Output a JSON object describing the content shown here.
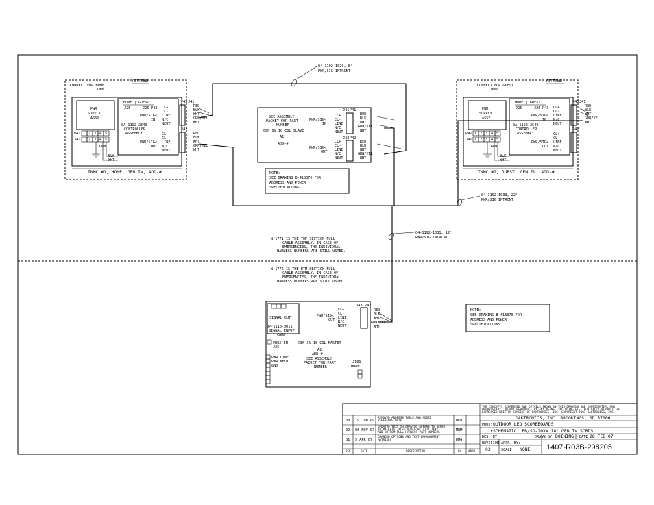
{
  "home": {
    "connect": "CONNECT FOR HOME",
    "tnmc": "TNMC",
    "optional": "OPTIONAL",
    "psu": [
      "PWR",
      "SUPPLY",
      "ASSY."
    ],
    "home_guest": "HOME | GUEST",
    "j25": "J25",
    "j26": "J26",
    "ctrl": [
      "0A-1192-2549",
      "CONTROLLER",
      "ASSEMBLY"
    ],
    "pwrsig_in": [
      "CL+",
      "CL-",
      "PWR/SIG<",
      "LINE",
      "IN",
      "N/C",
      "NEUT"
    ],
    "pwrsig_out": [
      "CL+",
      "CL-",
      "PWR/SIG<",
      "LINE",
      "OUT",
      "N/C",
      "NEUT"
    ],
    "p41": "P41",
    "j41": "J41",
    "j42": "J42",
    "p43": "P43",
    "pins": [
      "1",
      "2",
      "3",
      "4",
      "5"
    ],
    "wires": [
      "RED",
      "BLK",
      "WHT",
      "GRN/YEL",
      "WHT"
    ],
    "grn": "GRN",
    "blk": "BLK",
    "wht": "WHT",
    "caption": "TNMC #1, HOME, GEN IV, ADD-#"
  },
  "guest": {
    "connect": "CONNECT FOR GUEST",
    "tnmc": "TNMC",
    "optional": "OPTIONAL",
    "psu": [
      "PWR",
      "SUPPLY",
      "ASSY."
    ],
    "home_guest": "HOME | GUEST",
    "j25": "J25",
    "j26": "J26",
    "ctrl": [
      "0A-1192-2549",
      "CONTROLLER",
      "ASSEMBLY"
    ],
    "pwrsig_in": [
      "CL+",
      "CL-",
      "PWR/SIG<",
      "LINE",
      "IN",
      "N/C",
      "NEUT"
    ],
    "pwrsig_out": [
      "CL+",
      "CL-",
      "PWR/SIG<",
      "LINE",
      "OUT",
      "N/C",
      "NEUT"
    ],
    "p41": "P41",
    "j41": "J41",
    "j42": "J42",
    "p43": "P43",
    "pins": [
      "1",
      "2",
      "3",
      "4",
      "5"
    ],
    "wires": [
      "RED",
      "BLK",
      "WHT",
      "GRN/YEL",
      "WHT"
    ],
    "grn": "GRN",
    "blk": "BLK",
    "wht": "WHT",
    "caption": "TNMC #2, GUEST, GEN IV, ADD-#"
  },
  "slave": {
    "see": [
      "SEE ASSEMBLY",
      "PACKET FOR PART",
      "NUMBER"
    ],
    "title": "GEN IV 16 COL SLAVE",
    "a1": "A1",
    "add": "ADD-#",
    "in": [
      "CL+",
      "CL-",
      "PWR/SIG<",
      "LINE",
      "IN",
      "N/C",
      "NEUT"
    ],
    "out": [
      "CL+",
      "CL-",
      "PWR/SIG<",
      "LINE",
      "OUT",
      "N/C",
      "NEUT"
    ],
    "j41": "J41",
    "j42": "J42",
    "p41": "P41",
    "p42": "P42",
    "wires": [
      "RED",
      "BLK",
      "WHT",
      "GRN/YEL",
      "WHT"
    ]
  },
  "master": {
    "signal": [
      "SIGNAL OUT"
    ],
    "card": [
      "0P-1110-0011",
      "SIGNAL INPUT",
      "CARD"
    ],
    "frex": "FREX IN",
    "j25": "J25",
    "title": "GEN IV 16 COL MASTER",
    "a2": "A2",
    "add": "ADD-#",
    "see": [
      "SEE ASSEMBLY",
      "PACKET FOR PART",
      "NUMBER"
    ],
    "pwr": [
      "PWR LINE",
      "PWR NEUT",
      "GND"
    ],
    "j101": "J101",
    "horn": "HORN",
    "out": [
      "CL+",
      "CL-",
      "PWR/SIG<",
      "LINE",
      "OUT",
      "N/C",
      "NEUT"
    ],
    "j43": "J43",
    "p42": "P42",
    "wires": [
      "RED",
      "BLK",
      "WHT",
      "GRN/YEL",
      "WHT"
    ]
  },
  "cables": {
    "c1": [
      "04-1192-1029, 8'",
      "PWR/SIG INTRCNT"
    ],
    "c2": [
      "04-1192-1033, 22'",
      "PWR/SIG INTRCNT"
    ],
    "c3": [
      "04-1192-1031, 12'",
      "PWR/SIG INTRCNT"
    ]
  },
  "notes": {
    "note1": [
      "NOTE:",
      "SEE DRAWING B-418370 FOR",
      "ADDRESS AND POWER",
      "SPECIFICATIONS."
    ],
    "note2": [
      "NOTE:",
      "SEE DRAWING B-418370 FOR",
      "ADDRESS AND POWER",
      "SPECIFICATIONS."
    ],
    "top": [
      "W-1771 IS THE TOP SECTION FULL",
      "CABLE ASSEMBLY.  IN CASE OF",
      "EMERGENCIES, THE INDIVIDUAL",
      "HARNESS NUMBERS ARE STILL USTED."
    ],
    "btm": [
      "W-1772 IS THE BTM SECTION FULL",
      "CABLE ASSEMBLY.  IN CASE OF",
      "EMERGENCIES, THE INDIVIDUAL",
      "HARNESS NUMBERS ARE STILL USTED."
    ]
  },
  "titleblock": {
    "confidential": [
      "THE CONCEPTS EXPRESSED AND DETAILS SHOWN ON THIS DRAWING ARE CONFIDENTIAL AND",
      "PROPRIETARY. DO NOT REPRODUCE BY ANY MEANS, INCLUDING ELECTRONICALLY WITHOUT THE",
      "EXPRESSED WRITTEN CONSENT OF DAKTRONICS, INC.            COPYRIGHT 2007 DAKTRONICS, INC."
    ],
    "company": "DAKTRONICS, INC.   BROOKINGS, SD 57006",
    "proj_label": "PROJ:",
    "proj": "OUTDOOR LED SCOREBOARDS",
    "title_label": "TITLE:",
    "title": "SCHEMATIC; FB/SO-20XX 18' GEN IV SCBDS",
    "des_label": "DES. BY:",
    "drawn_label": "DRAWN BY:",
    "drawn": "DOINING",
    "date_label": "DATE",
    "date": "28 FEB 07",
    "revision_label": "REVISION",
    "revision": "03",
    "appr_label": "APPR. BY:",
    "scale_label": "SCALE",
    "scale": "NONE",
    "drawing_no": "1407-R03B-298205",
    "revs": [
      {
        "rev": "03",
        "date": "19 JUN 09",
        "desc": [
          "REMOVED ADDRESS TABLE AND ADDED",
          "REFERENCE NOTE"
        ],
        "by": "DKD"
      },
      {
        "rev": "02",
        "date": "06 NOV 07",
        "desc": [
          "UPDATED TEXT IN DRAWING REFERS TO REFER",
          "TO PACKETS. ALSO ADDED W- 1771 TEXT",
          "AND BOTTOM FULL HARNESS PART NUMBERS"
        ],
        "by": "MWM"
      },
      {
        "rev": "01",
        "date": "5 APR 07",
        "desc": [
          "CHANGED OPTIONS AND TEXT ENHANCEMENT",
          "MATRIXES"
        ],
        "by": "DMG"
      }
    ],
    "hdr": {
      "rev": "REV",
      "date": "DATE",
      "desc": "DESCRIPTION",
      "by": "BY",
      "appr": "APPR."
    }
  }
}
